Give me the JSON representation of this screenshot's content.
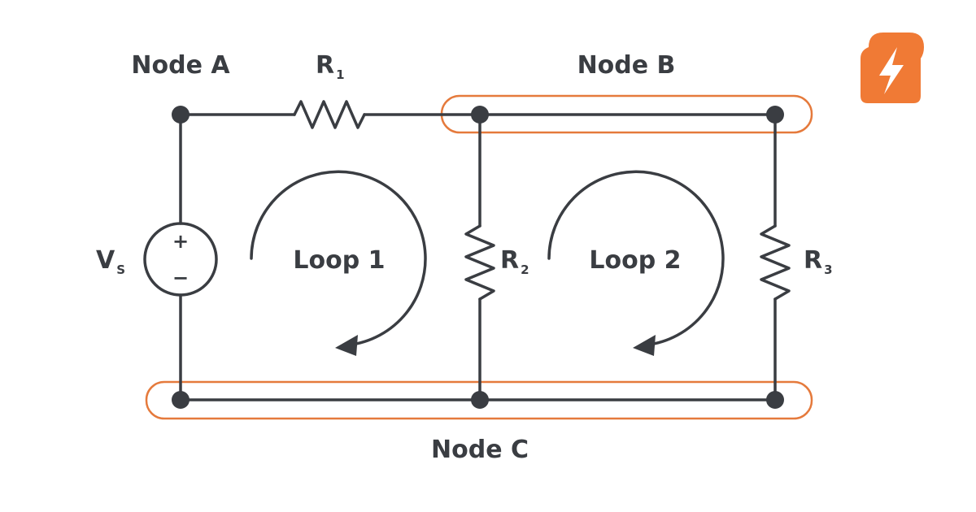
{
  "labels": {
    "node_a": "Node A",
    "node_b": "Node B",
    "node_c": "Node C",
    "r1": "R",
    "r1_sub": "1",
    "r2": "R",
    "r2_sub": "2",
    "r3": "R",
    "r3_sub": "3",
    "vs": "V",
    "vs_sub": "S",
    "plus": "+",
    "minus": "−",
    "loop1": "Loop 1",
    "loop2": "Loop 2"
  },
  "colors": {
    "wire": "#3a3d42",
    "highlight": "#e57a3c",
    "logo_bg": "#f07a35",
    "logo_bolt": "#ffffff"
  },
  "icons": {
    "logo": "lightning-bolt-icon"
  }
}
